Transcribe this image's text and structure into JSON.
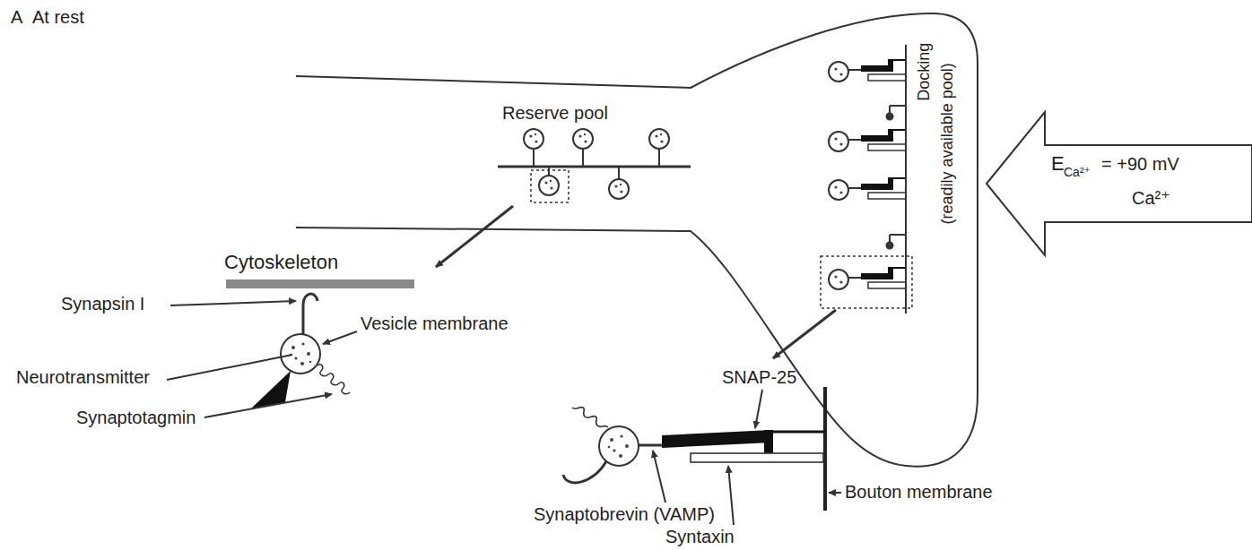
{
  "diagram": {
    "title": "At rest",
    "labels": [
      "A",
      "Reserve pool",
      "Docking",
      "(readily available pool)",
      "E",
      "Ca²⁺",
      "= +90 mV",
      "Ca²⁺",
      "Cytoskeleton",
      "Synapsin I",
      "Vesicle membrane",
      "Neurotransmitter",
      "Synaptotagmin",
      "SNAP-25",
      "Synaptobrevin (VAMP)",
      "Bouton membrane",
      "Syntaxin"
    ]
  }
}
